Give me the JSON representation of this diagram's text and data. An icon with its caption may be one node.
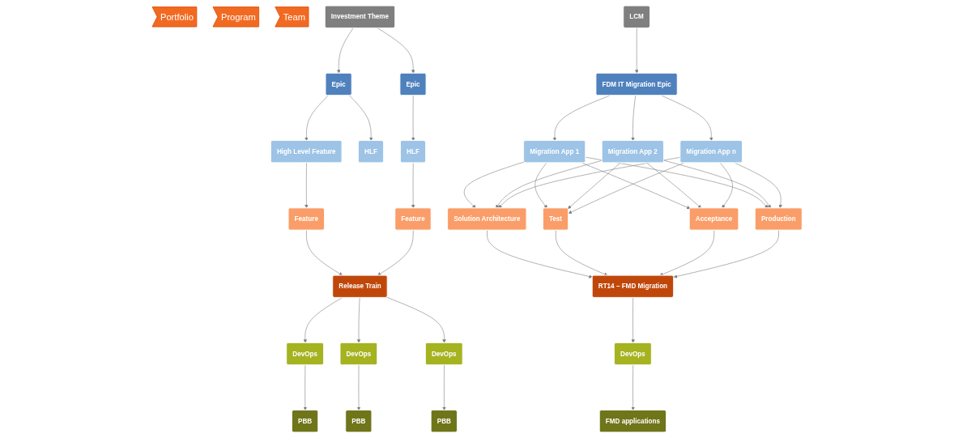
{
  "diagram": {
    "nodes": [
      {
        "text": [
          "Portfolio"
        ]
      },
      {
        "text": [
          "Program"
        ]
      },
      {
        "text": [
          "Team"
        ]
      },
      {
        "text": [
          "Investment Theme"
        ]
      },
      {
        "text": [
          "Epic"
        ]
      },
      {
        "text": [
          "Epic"
        ]
      },
      {
        "text": [
          "High Level Feature"
        ]
      },
      {
        "text": [
          "HLF"
        ]
      },
      {
        "text": [
          "HLF"
        ]
      },
      {
        "text": [
          "Feature"
        ]
      },
      {
        "text": [
          "Feature"
        ]
      },
      {
        "text": [
          "Release Train"
        ]
      },
      {
        "text": [
          "DevOps"
        ]
      },
      {
        "text": [
          "DevOps"
        ]
      },
      {
        "text": [
          "DevOps"
        ]
      },
      {
        "text": [
          "PBB"
        ]
      },
      {
        "text": [
          "PBB"
        ]
      },
      {
        "text": [
          "PBB"
        ]
      },
      {
        "text": [
          "LCM"
        ]
      },
      {
        "text": [
          "FDM IT Migration Epic"
        ]
      },
      {
        "text": [
          "Migration App 1"
        ]
      },
      {
        "text": [
          "Migration App 2"
        ]
      },
      {
        "text": [
          "Migration App n"
        ]
      },
      {
        "text": [
          "Solution Architecture"
        ]
      },
      {
        "text": [
          "Test"
        ]
      },
      {
        "text": [
          "Acceptance"
        ]
      },
      {
        "text": [
          "Production"
        ]
      },
      {
        "text": [
          "RT14 – FMD Migration"
        ]
      },
      {
        "text": [
          "DevOps"
        ]
      },
      {
        "text": [
          "FMD applications"
        ]
      }
    ],
    "edges": [
      {
        "from": 3,
        "to": 4,
        "arrow": "to"
      },
      {
        "from": 3,
        "to": 5,
        "arrow": "to"
      },
      {
        "from": 4,
        "to": 6,
        "arrow": "to"
      },
      {
        "from": 4,
        "to": 7,
        "arrow": "to"
      },
      {
        "from": 5,
        "to": 8,
        "arrow": "to"
      },
      {
        "from": 6,
        "to": 9,
        "arrow": "to"
      },
      {
        "from": 8,
        "to": 10,
        "arrow": "to"
      },
      {
        "from": 9,
        "to": 11,
        "arrow": "to"
      },
      {
        "from": 10,
        "to": 11,
        "arrow": "to"
      },
      {
        "from": 11,
        "to": 12,
        "arrow": "to"
      },
      {
        "from": 11,
        "to": 13,
        "arrow": "to"
      },
      {
        "from": 11,
        "to": 14,
        "arrow": "to"
      },
      {
        "from": 12,
        "to": 15,
        "arrow": "to"
      },
      {
        "from": 13,
        "to": 16,
        "arrow": "to"
      },
      {
        "from": 14,
        "to": 17,
        "arrow": "to"
      },
      {
        "from": 18,
        "to": 19,
        "arrow": "to"
      },
      {
        "from": 19,
        "to": 20,
        "arrow": "to"
      },
      {
        "from": 19,
        "to": 21,
        "arrow": "to"
      },
      {
        "from": 19,
        "to": 22,
        "arrow": "to"
      },
      {
        "from": 20,
        "to": 23,
        "arrow": "to"
      },
      {
        "from": 20,
        "to": 24,
        "arrow": "to"
      },
      {
        "from": 20,
        "to": 25,
        "arrow": "to"
      },
      {
        "from": 20,
        "to": 26,
        "arrow": "to"
      },
      {
        "from": 21,
        "to": 23,
        "arrow": "to"
      },
      {
        "from": 21,
        "to": 24,
        "arrow": "to"
      },
      {
        "from": 21,
        "to": 25,
        "arrow": "to"
      },
      {
        "from": 21,
        "to": 26,
        "arrow": "to"
      },
      {
        "from": 22,
        "to": 23,
        "arrow": "to"
      },
      {
        "from": 22,
        "to": 24,
        "arrow": "to"
      },
      {
        "from": 22,
        "to": 25,
        "arrow": "to"
      },
      {
        "from": 22,
        "to": 26,
        "arrow": "to"
      },
      {
        "from": 23,
        "to": 27,
        "arrow": "to"
      },
      {
        "from": 24,
        "to": 27,
        "arrow": "to"
      },
      {
        "from": 25,
        "to": 27,
        "arrow": "to"
      },
      {
        "from": 26,
        "to": 27,
        "arrow": "to"
      },
      {
        "from": 27,
        "to": 28,
        "arrow": "to"
      },
      {
        "from": 28,
        "to": 29,
        "arrow": "to"
      }
    ]
  }
}
